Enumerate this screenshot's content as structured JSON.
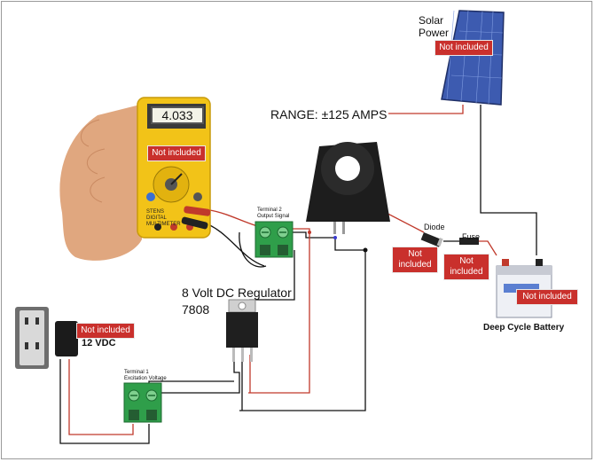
{
  "labels": {
    "solar_power": "Solar\nPower",
    "range": "RANGE:  ±125 AMPS",
    "regulator_line1": "8 Volt DC Regulator",
    "regulator_line2": "7808",
    "supply": "12 VDC",
    "terminal2": "Terminal 2\nOutput Signal",
    "terminal1": "Terminal 1\nExcitation Voltage",
    "diode": "Diode",
    "fuse": "Fuse",
    "battery": "Deep Cycle Battery"
  },
  "meter": {
    "reading": "4.033",
    "brand_line1": "STENS",
    "brand_line2": "DIGITAL",
    "brand_line3": "MULTIMETER"
  },
  "not_included_label": "Not included",
  "colors": {
    "badge_red": "#c9302c",
    "wire_red": "#c0392b",
    "wire_black": "#111111",
    "meter_yellow": "#f2c318",
    "terminal_green": "#2f9e4a",
    "panel_blue": "#3d5bb0",
    "sensor_black": "#1d1d1d"
  },
  "icons": {
    "outlet": "wall-outlet-icon",
    "adapter": "power-adapter-icon",
    "panel": "solar-panel-icon",
    "sensor": "current-sensor-icon",
    "battery": "battery-icon"
  }
}
